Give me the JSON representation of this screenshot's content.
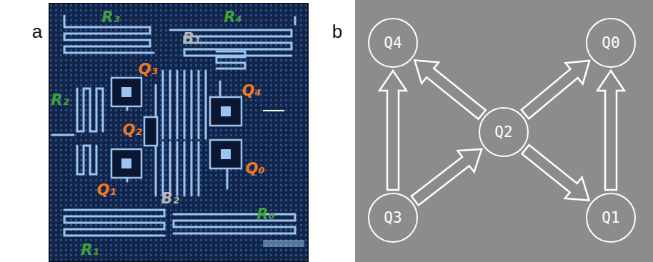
{
  "diagram": {
    "nodes": [
      {
        "text": [
          "Q4"
        ]
      },
      {
        "text": [
          "Q0"
        ]
      },
      {
        "text": [
          "Q2"
        ]
      },
      {
        "text": [
          "Q3"
        ]
      },
      {
        "text": [
          "Q1"
        ]
      }
    ],
    "edges": [
      {
        "from": 3,
        "to": 0,
        "arrow": "to"
      },
      {
        "from": 2,
        "to": 0,
        "arrow": "to"
      },
      {
        "from": 2,
        "to": 1,
        "arrow": "to"
      },
      {
        "from": 3,
        "to": 2,
        "arrow": "to"
      },
      {
        "from": 2,
        "to": 4,
        "arrow": "to"
      },
      {
        "from": 4,
        "to": 1,
        "arrow": "to"
      }
    ],
    "labels": [
      "a",
      "b",
      "R₃",
      "R₄",
      "B₁",
      "Q₃",
      "Q₄",
      "R₂",
      "Q₂",
      "Q₀",
      "Q₁",
      "B₂",
      "R₀",
      "R₁"
    ]
  }
}
